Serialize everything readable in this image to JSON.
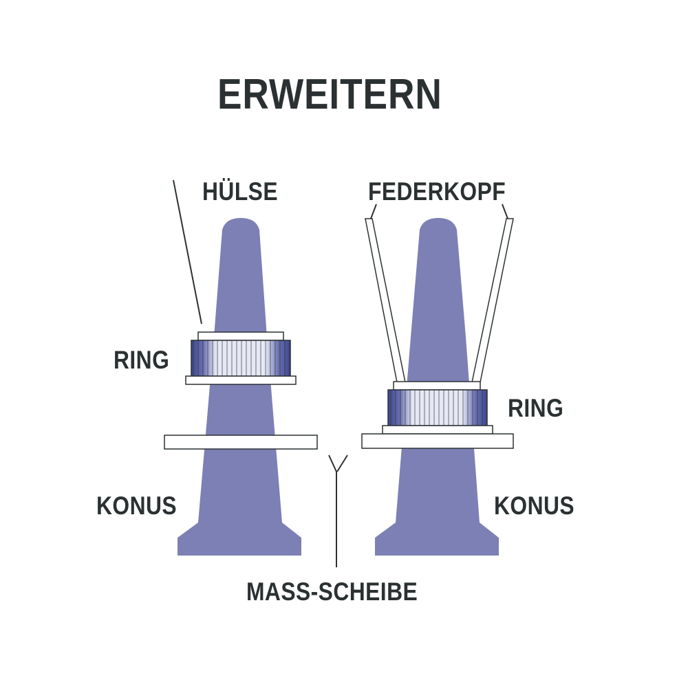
{
  "title": "ERWEITERN",
  "labels": {
    "huelse": "HÜLSE",
    "federkopf": "FEDERKOPF",
    "ring_left": "RING",
    "ring_right": "RING",
    "konus_left": "KONUS",
    "konus_right": "KONUS",
    "mass_scheibe": "MASS-SCHEIBE"
  },
  "colors": {
    "cone": "#7d80b5",
    "ring_dark": "#3e4690",
    "ring_light": "#e6e8f5",
    "outline": "#2b3133",
    "text": "#2b3133",
    "background": "#ffffff"
  }
}
